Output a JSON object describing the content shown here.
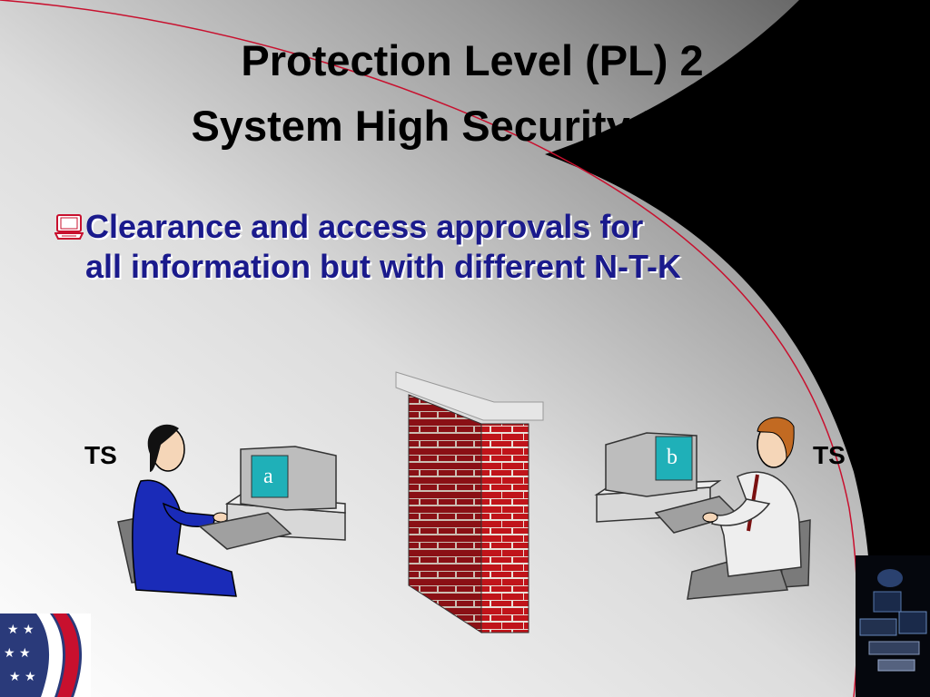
{
  "slide": {
    "title_line1": "Protection Level (PL)  2",
    "title_line2": "System High Security Mode",
    "bullet_icon": "computer-icon",
    "bullet_text": "Clearance and access approvals for all information but with different N-T-K",
    "left_label": "TS",
    "right_label": "TS",
    "left_screen_letter": "a",
    "right_screen_letter": "b"
  },
  "colors": {
    "title": "#000000",
    "bullet_text": "#1a1a8c",
    "firewall_brick": "#c0141a",
    "screen": "#1fb0b8",
    "accent_curve": "#c8102e"
  }
}
